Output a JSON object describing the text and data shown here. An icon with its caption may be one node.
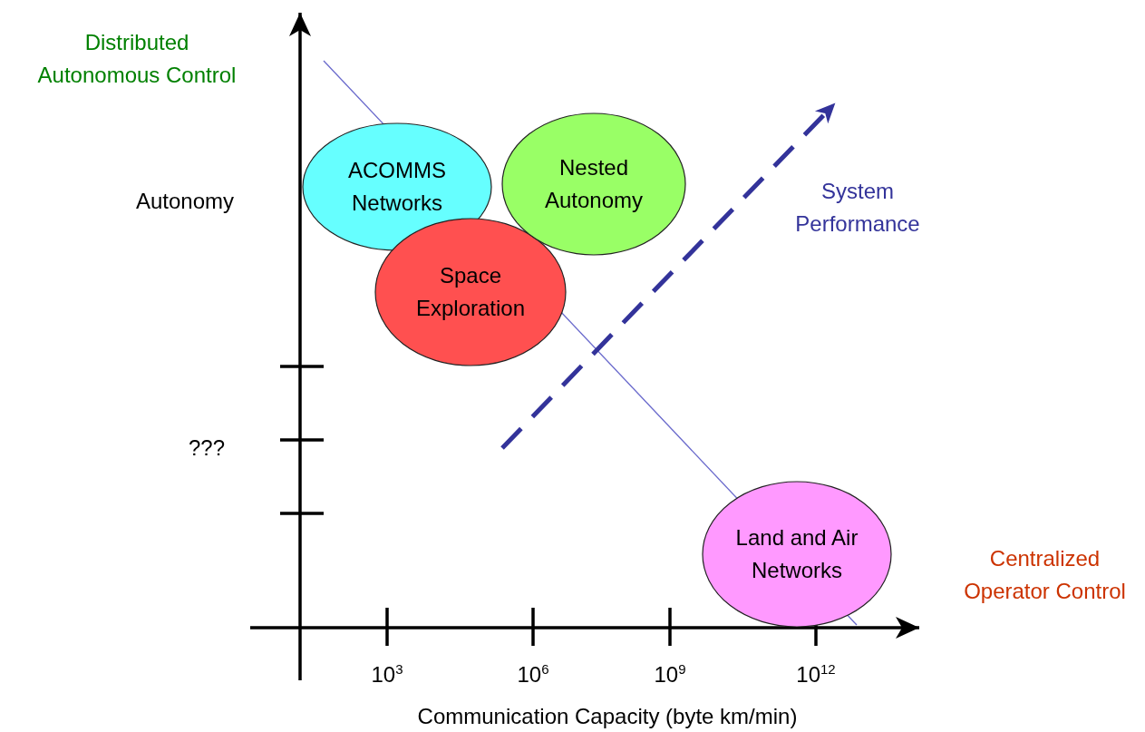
{
  "diagram": {
    "nodes": [
      {
        "text": [
          "ACOMMS Networks"
        ]
      },
      {
        "text": [
          "Nested Autonomy"
        ]
      },
      {
        "text": [
          "Space Exploration"
        ]
      },
      {
        "text": [
          "Land and Air Networks"
        ]
      }
    ],
    "labels": [
      "Distributed Autonomous Control",
      "Autonomy",
      "System Performance",
      "???",
      "Centralized Operator Control",
      "10$^{3}$",
      "10$^{6}$",
      "10$^{9}$",
      "10$^{12}$",
      "Communication Capacity (byte km/min)"
    ]
  }
}
